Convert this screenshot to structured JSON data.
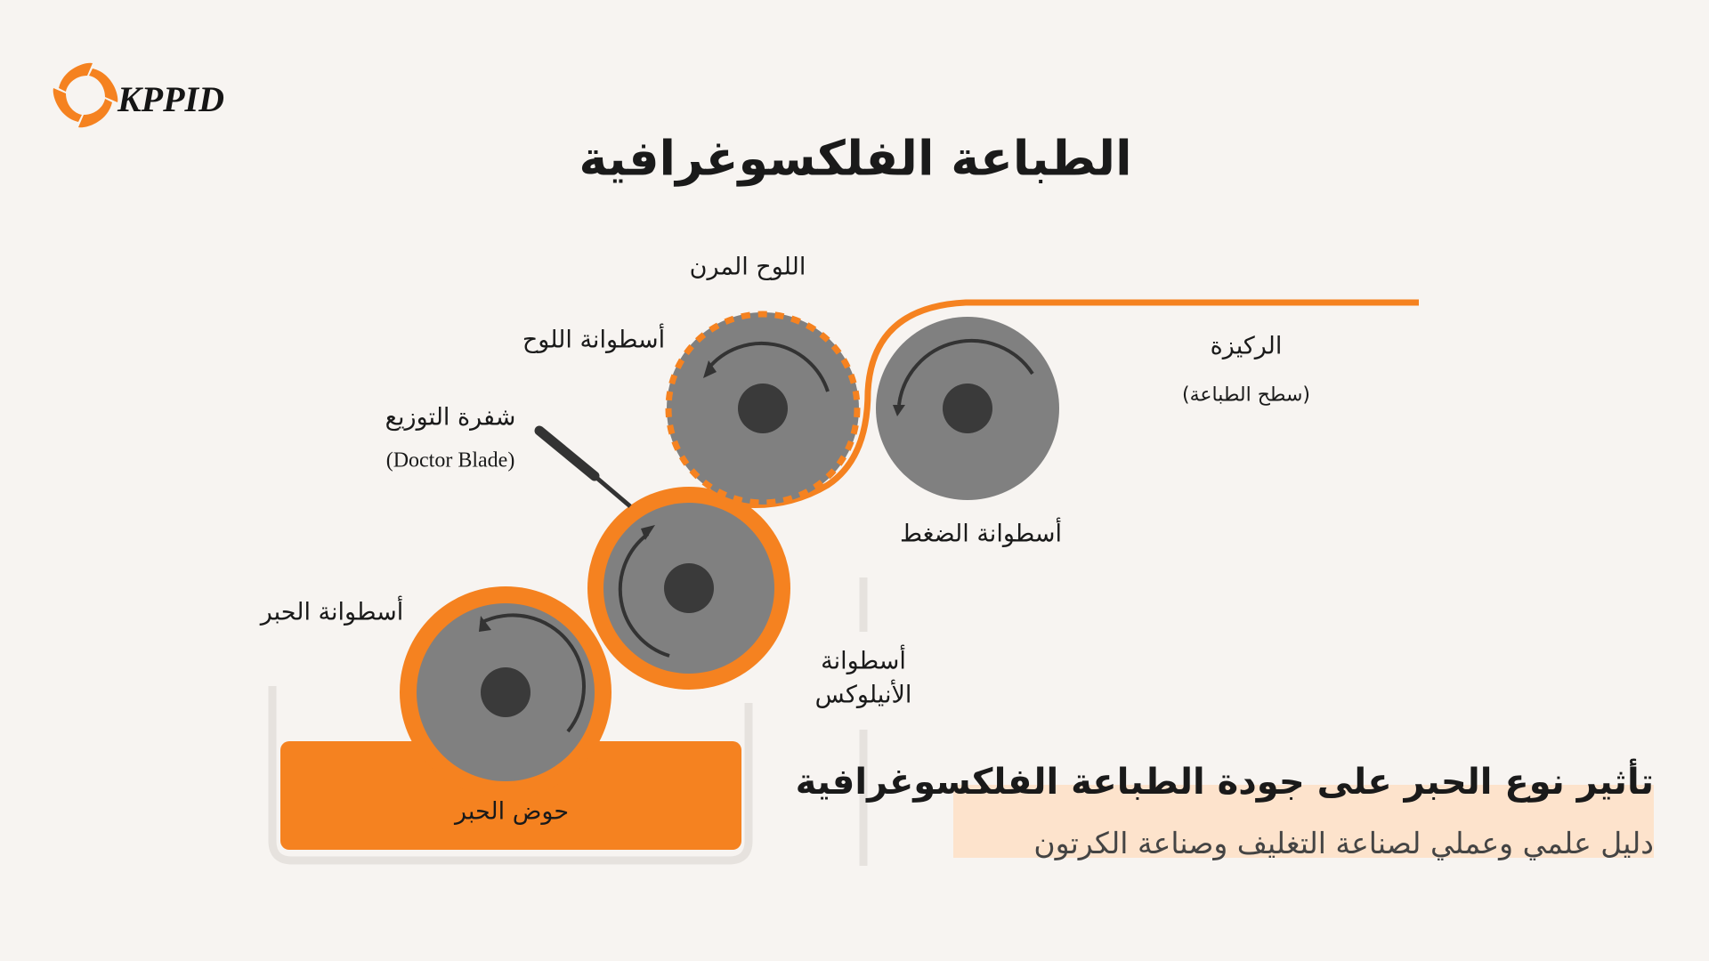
{
  "brand": {
    "name": "KPPID",
    "accent": "#f58220"
  },
  "title": "الطباعة الفلكسوغرافية",
  "labels": {
    "flexible_plate": "اللوح المرن",
    "plate_cylinder": "أسطوانة اللوح",
    "doctor_blade": "شفرة التوزيع",
    "doctor_blade_en": "(Doctor Blade)",
    "substrate": "الركيزة",
    "substrate_note": "(سطح الطباعة)",
    "impression_cylinder": "أسطوانة الضغط",
    "ink_roller": "أسطوانة الحبر",
    "anilox_line1": "أسطوانة",
    "anilox_line2": "الأنيلوكس",
    "ink_tray": "حوض الحبر"
  },
  "heading": "تأثير نوع الحبر على جودة الطباعة الفلكسوغرافية",
  "subheading": "دليل علمي وعملي لصناعة التغليف وصناعة الكرتون"
}
